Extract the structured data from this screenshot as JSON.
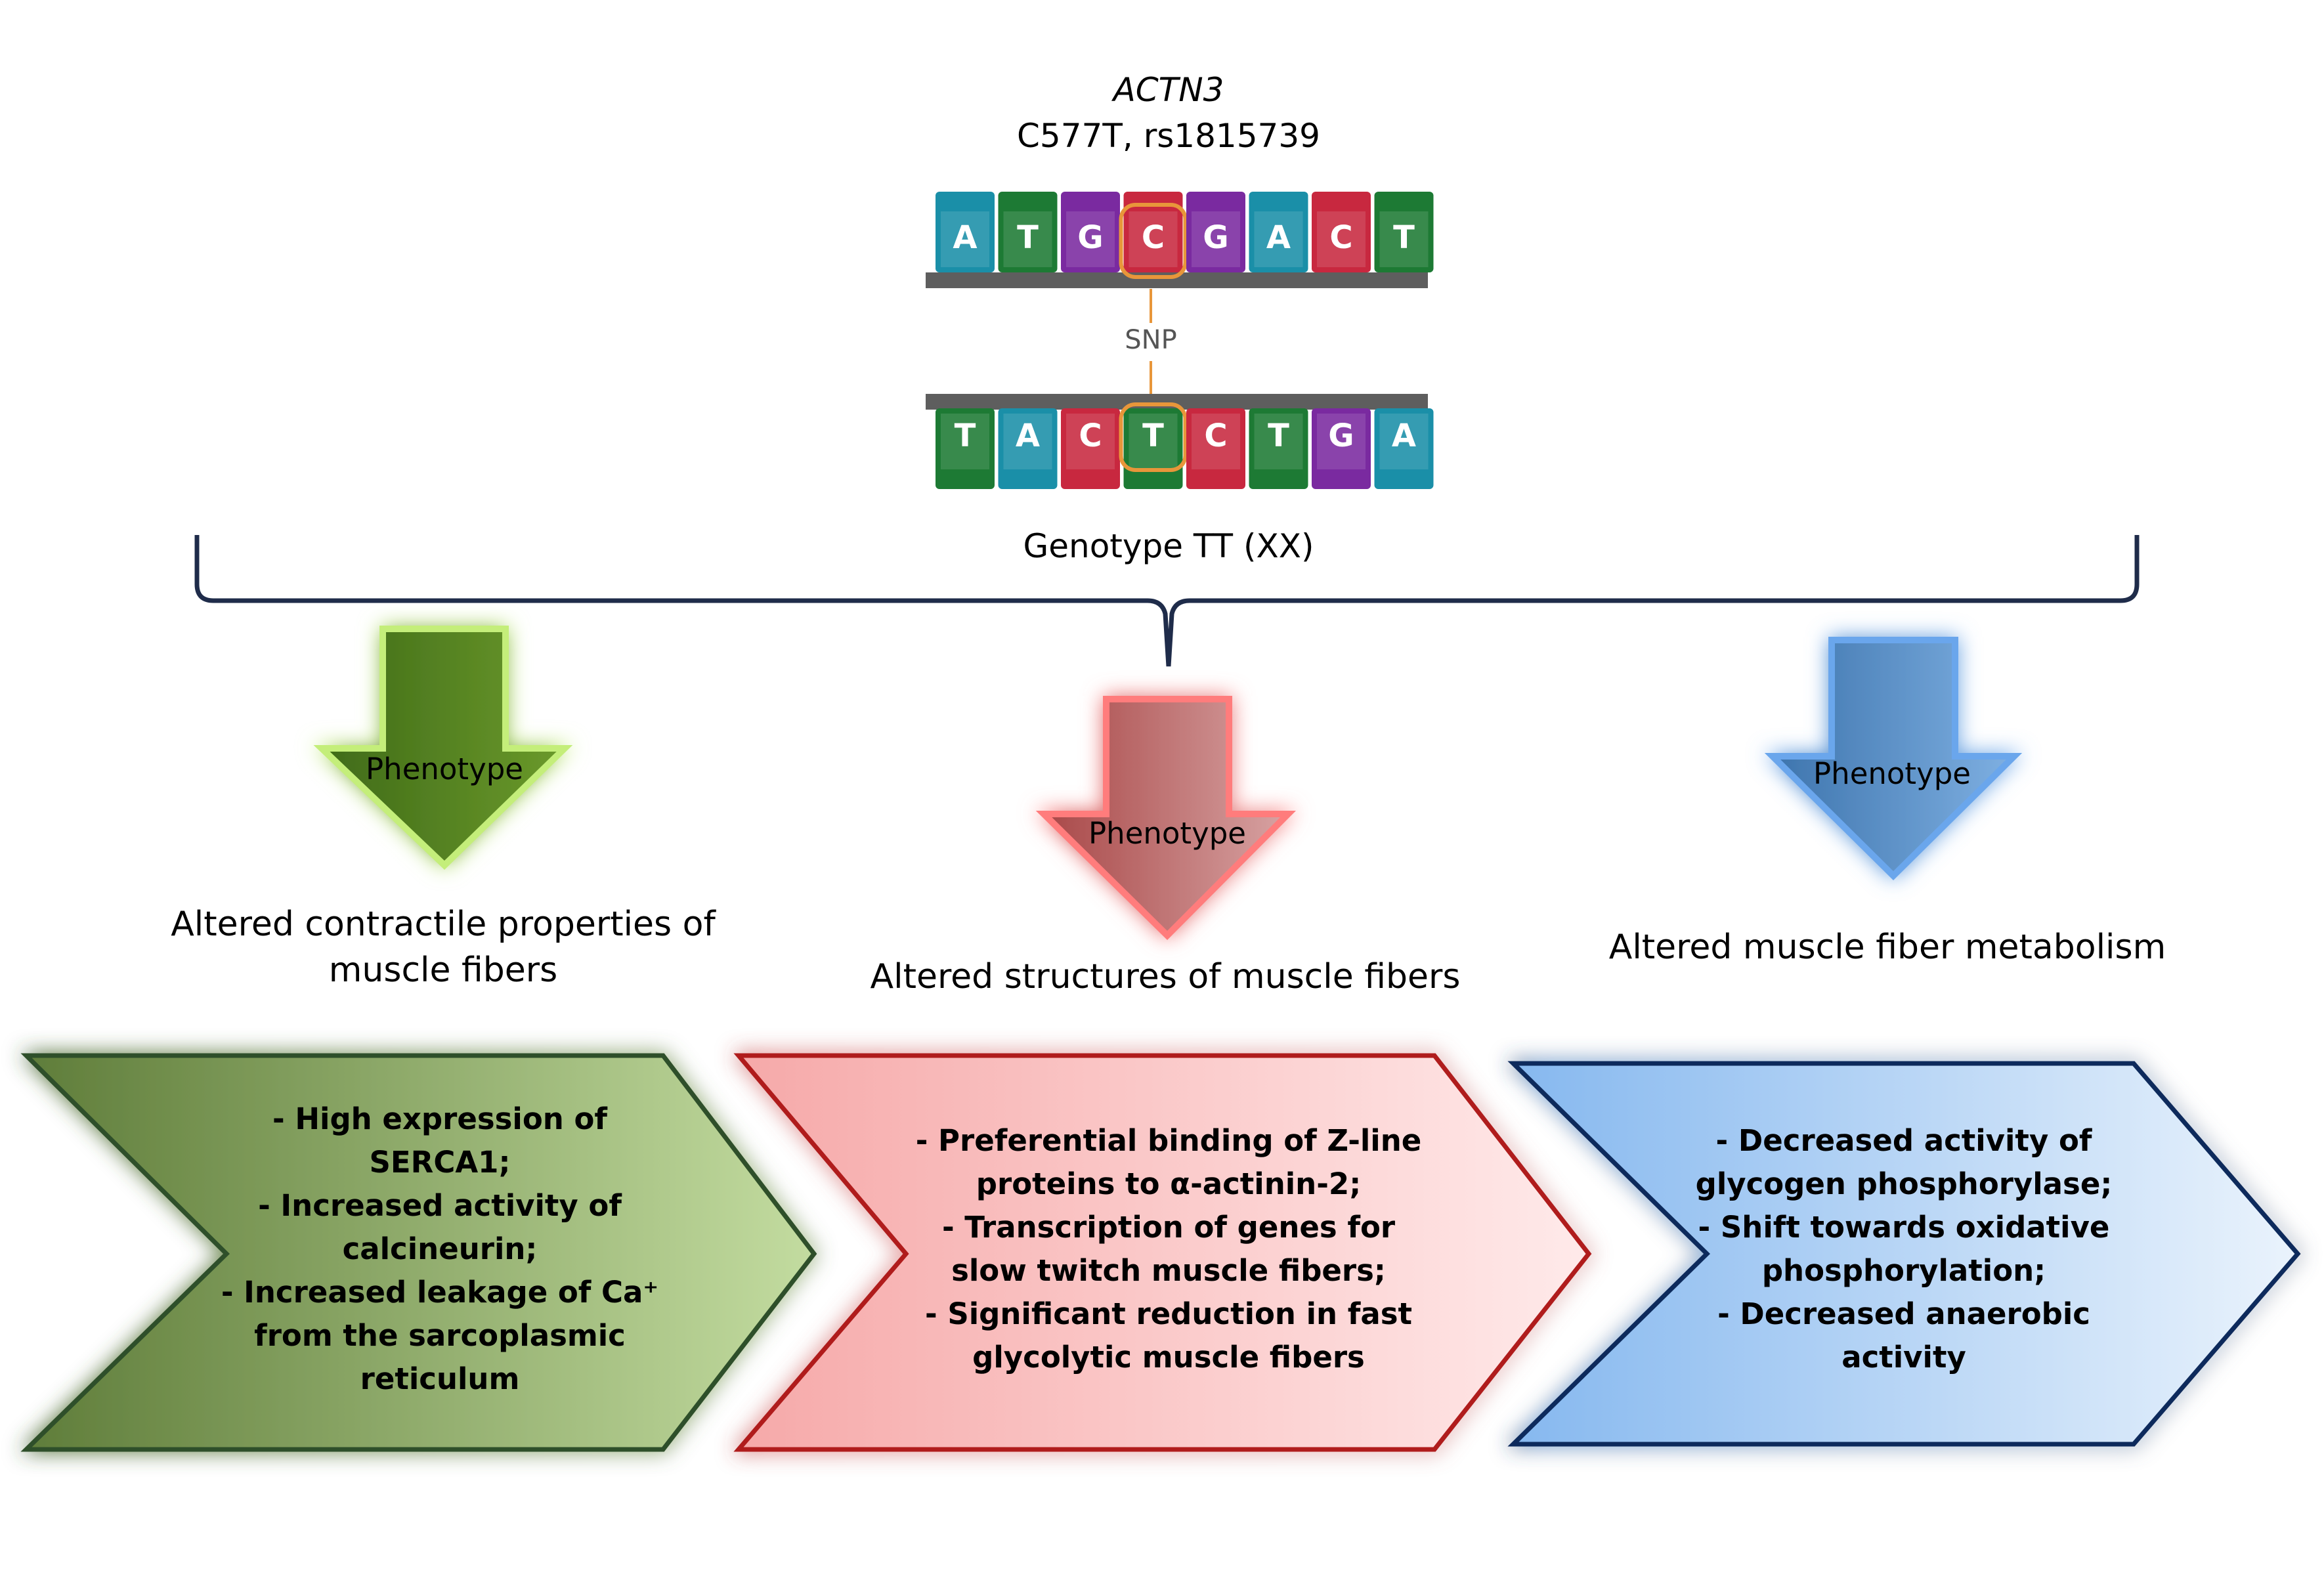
{
  "header": {
    "gene": "ACTN3",
    "variant": "C577T, rs1815739",
    "snp_label": "SNP",
    "genotype": "Genotype TT (XX)"
  },
  "dna": {
    "top_strand": [
      "A",
      "T",
      "G",
      "C",
      "G",
      "A",
      "C",
      "T"
    ],
    "bottom_strand": [
      "T",
      "A",
      "C",
      "T",
      "C",
      "T",
      "G",
      "A"
    ],
    "highlight_index": 3,
    "base_colors": {
      "A": "#1a8fa8",
      "T": "#1d7a34",
      "G": "#7a2aa0",
      "C": "#c8283f"
    },
    "highlight_color": "#e8963a"
  },
  "phenotypes": [
    {
      "arrow_label": "Phenotype",
      "description": [
        "Altered contractile properties of",
        "muscle fibers"
      ],
      "box_lines": [
        "- High expression of",
        "SERCA1;",
        "- Increased activity of",
        "calcineurin;",
        "- Increased leakage of Ca⁺",
        "from the sarcoplasmic",
        "reticulum"
      ],
      "color": "#4e7b1f",
      "glow": "#b8f06a"
    },
    {
      "arrow_label": "Phenotype",
      "description": [
        "Altered structures of muscle fibers"
      ],
      "box_lines": [
        "- Preferential binding of Z-line",
        "proteins to α-actinin-2;",
        "- Transcription of genes for",
        "slow twitch muscle fibers;",
        "- Significant reduction in fast",
        "glycolytic muscle fibers"
      ],
      "color": "#b04a4a",
      "glow": "#ff8a8a"
    },
    {
      "arrow_label": "Phenotype",
      "description": [
        "Altered muscle fiber metabolism"
      ],
      "box_lines": [
        "- Decreased activity of",
        "glycogen phosphorylase;",
        "- Shift towards oxidative",
        "phosphorylation;",
        "- Decreased anaerobic",
        "activity"
      ],
      "color": "#3a78b6",
      "glow": "#79b4f2"
    }
  ]
}
